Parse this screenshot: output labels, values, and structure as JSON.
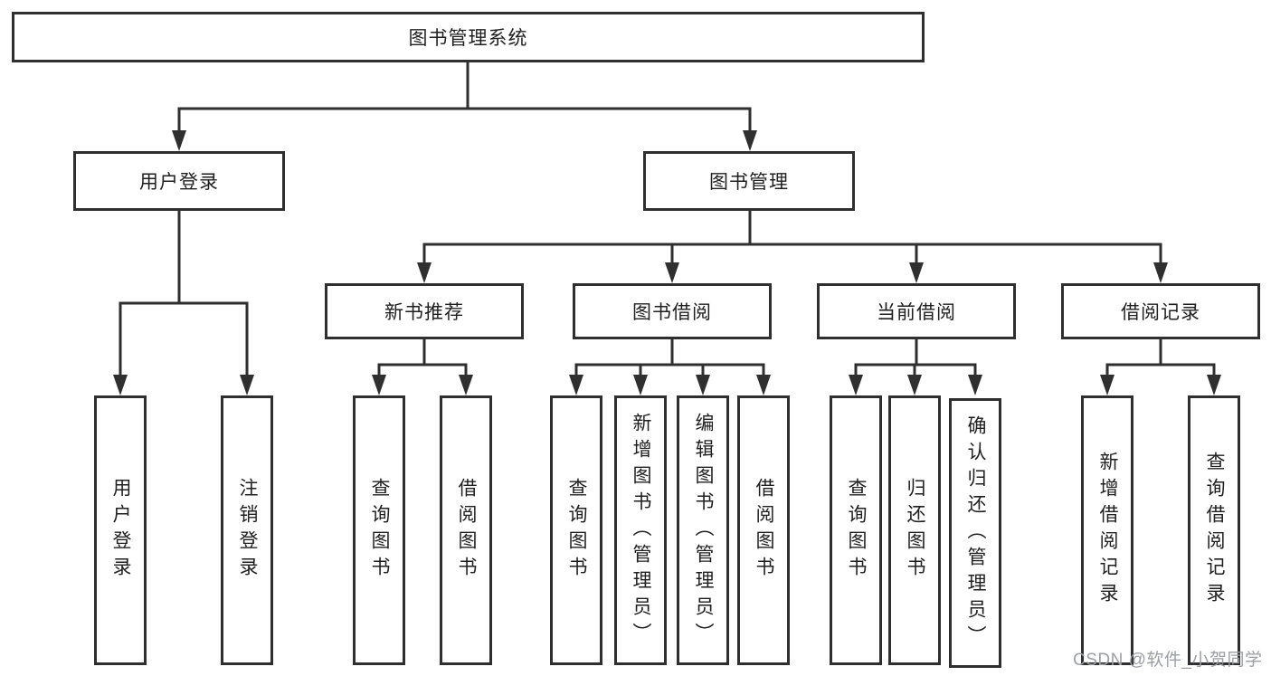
{
  "diagram": {
    "root": "图书管理系统",
    "branches": [
      {
        "label": "用户登录",
        "children": [
          {
            "label": "用户登录"
          },
          {
            "label": "注销登录"
          }
        ]
      },
      {
        "label": "图书管理",
        "children": [
          {
            "label": "新书推荐",
            "children": [
              {
                "label": "查询图书"
              },
              {
                "label": "借阅图书"
              }
            ]
          },
          {
            "label": "图书借阅",
            "children": [
              {
                "label": "查询图书"
              },
              {
                "label": "新增图书（管理员）"
              },
              {
                "label": "编辑图书（管理员）"
              },
              {
                "label": "借阅图书"
              }
            ]
          },
          {
            "label": "当前借阅",
            "children": [
              {
                "label": "查询图书"
              },
              {
                "label": "归还图书"
              },
              {
                "label": "确认归还（管理员）"
              }
            ]
          },
          {
            "label": "借阅记录",
            "children": [
              {
                "label": "新增借阅记录"
              },
              {
                "label": "查询借阅记录"
              }
            ]
          }
        ]
      }
    ]
  },
  "watermark": "CSDN @软件_小贺同学",
  "colors": {
    "line": "#2f2f2f",
    "box_border": "#2f2f2f",
    "box_fill": "#ffffff",
    "text": "#1f1f1f",
    "watermark": "#9b9ea3",
    "background": "#ffffff"
  }
}
